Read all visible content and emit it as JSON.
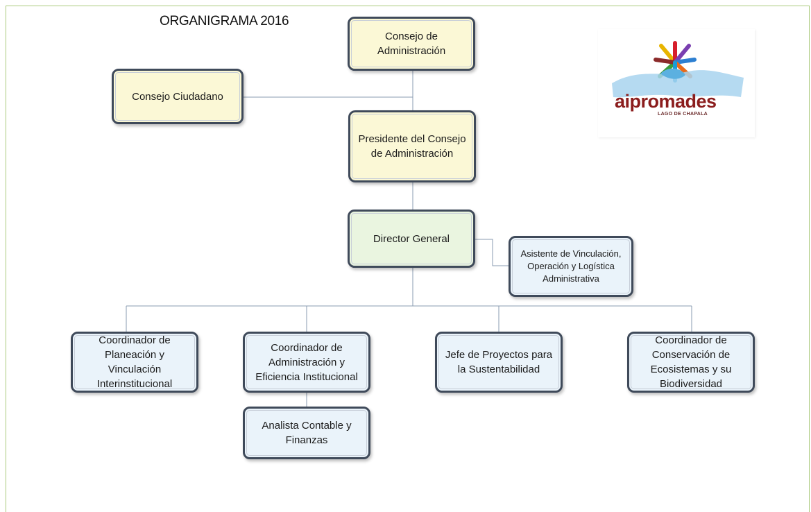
{
  "title": "ORGANIGRAMA 2016",
  "logo": {
    "name": "aipromades",
    "tagline": "LAGO DE CHAPALA"
  },
  "nodes": {
    "consejo_admin": "Consejo de Administración",
    "consejo_ciudadano": "Consejo Ciudadano",
    "presidente": "Presidente del Consejo de Administración",
    "director": "Director General",
    "asistente": "Asistente de Vinculación, Operación y Logística Administrativa",
    "coord_planeacion": "Coordinador de Planeación y Vinculación Interinstitucional",
    "coord_admin": "Coordinador de Administración y Eficiencia Institucional",
    "jefe_proyectos": "Jefe de Proyectos para la Sustentabilidad",
    "coord_conservacion": "Coordinador de Conservación de Ecosistemas y su Biodiversidad",
    "analista": "Analista Contable y Finanzas"
  },
  "colors": {
    "yellow_fill": "#fbf8d6",
    "green_fill": "#eaf5e0",
    "blue_fill": "#eaf3fa",
    "border": "#3f4a5a",
    "connector": "#8a9bb0"
  }
}
